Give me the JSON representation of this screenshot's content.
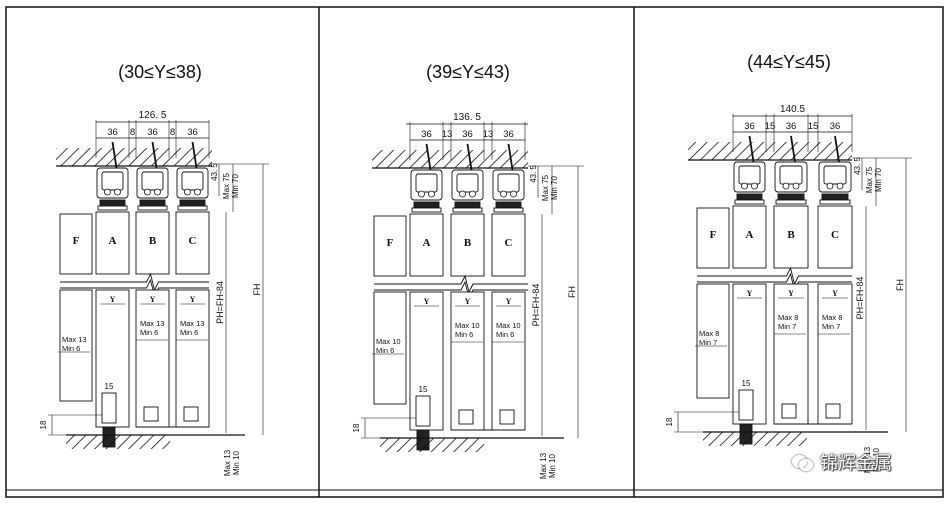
{
  "panels": [
    {
      "range": "(30≤Y≤38)",
      "total_width": "126. 5",
      "widths": [
        "36",
        "8",
        "36",
        "8",
        "36"
      ],
      "doors": [
        "F",
        "A",
        "B",
        "C"
      ],
      "y_label": "Y",
      "h_top": "43. 5",
      "max_top": "Max 75",
      "min_top": "Min 70",
      "ph": "PH=FH-84",
      "fh": "FH",
      "gaps": [
        [
          "Max 13",
          "Min 6"
        ],
        [
          "Max 13",
          "Min 6"
        ],
        [
          "Max 13",
          "Min 6"
        ]
      ],
      "bottom_h": "18",
      "guide": "15",
      "max_bot": "Max 13",
      "min_bot": "Min 10"
    },
    {
      "range": "(39≤Y≤43)",
      "total_width": "136. 5",
      "widths": [
        "36",
        "13",
        "36",
        "13",
        "36"
      ],
      "doors": [
        "F",
        "A",
        "B",
        "C"
      ],
      "y_label": "Y",
      "h_top": "43. 5",
      "max_top": "Max 75",
      "min_top": "Min 70",
      "ph": "PH=FH-84",
      "fh": "FH",
      "gaps": [
        [
          "Max 10",
          "Min 6"
        ],
        [
          "Max 10",
          "Min 6"
        ],
        [
          "Max 10",
          "Min 6"
        ]
      ],
      "bottom_h": "18",
      "guide": "15",
      "max_bot": "Max 13",
      "min_bot": "Min 10"
    },
    {
      "range": "(44≤Y≤45)",
      "total_width": "140.5",
      "widths": [
        "36",
        "15",
        "36",
        "15",
        "36"
      ],
      "doors": [
        "F",
        "A",
        "B",
        "C"
      ],
      "y_label": "Y",
      "h_top": "43. 5",
      "max_top": "Max 75",
      "min_top": "Min 70",
      "ph": "PH=FH-84",
      "fh": "FH",
      "gaps": [
        [
          "Max 8",
          "Min 7"
        ],
        [
          "Max 8",
          "Min 7"
        ],
        [
          "Max 8",
          "Min 7"
        ]
      ],
      "bottom_h": "18",
      "guide": "15",
      "max_bot": "Max 13",
      "min_bot": "Min 10"
    }
  ],
  "watermark": "锦辉金属"
}
